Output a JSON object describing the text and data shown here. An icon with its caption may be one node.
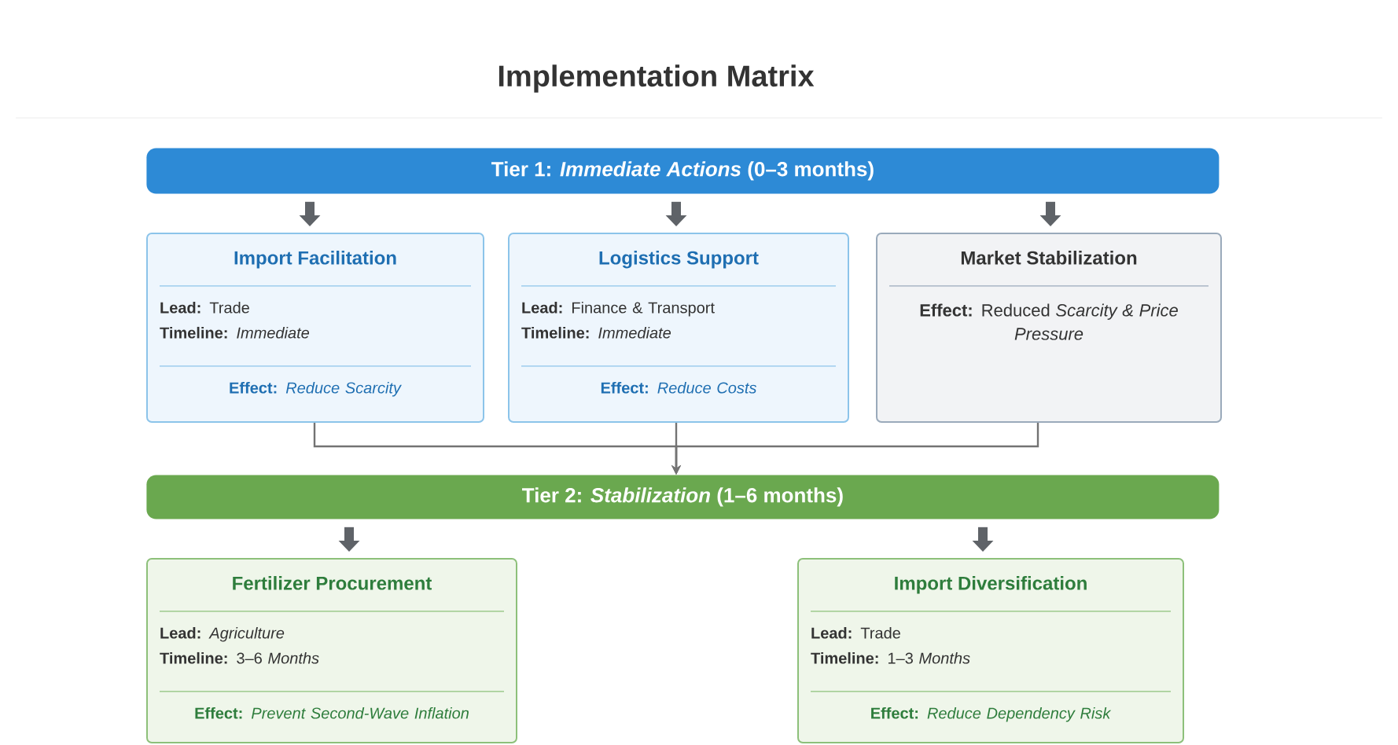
{
  "diagram": {
    "title": "Implementation Matrix",
    "nodes": [
      {
        "text": [
          "Tier 1: *Immediate Actions* (0–3 months)"
        ]
      },
      {
        "text": [
          "Import Facilitation",
          "**Lead:** Trade",
          "**Timeline:** *Immediate*",
          "**Effect:** *Reduce Scarcity*"
        ]
      },
      {
        "text": [
          "Logistics Support",
          "**Lead:** Finance & Transport",
          "**Timeline:** *Immediate*",
          "**Effect:** *Reduce Costs*"
        ]
      },
      {
        "text": [
          "Market Stabilization",
          "**Effect:** Reduced *Scarcity & Price Pressure*"
        ]
      },
      {
        "text": [
          "Tier 2: *Stabilization* (1–6 months)"
        ]
      },
      {
        "text": [
          "Fertilizer Procurement",
          "**Lead:** *Agriculture*",
          "**Timeline:** 3–6 *Months*",
          "**Effect:** *Prevent Second-Wave Inflation*"
        ]
      },
      {
        "text": [
          "Import Diversification",
          "**Lead:** Trade",
          "**Timeline:** 1–3 *Months*",
          "**Effect:** *Reduce Dependency Risk*"
        ]
      }
    ],
    "edges": [
      {
        "from": 0,
        "to": 1,
        "arrow": "to"
      },
      {
        "from": 0,
        "to": 2,
        "arrow": "to"
      },
      {
        "from": 0,
        "to": 3,
        "arrow": "to"
      },
      {
        "from": 1,
        "to": 4,
        "arrow": "to"
      },
      {
        "from": 2,
        "to": 4,
        "arrow": "to"
      },
      {
        "from": 3,
        "to": 4,
        "arrow": "to"
      },
      {
        "from": 4,
        "to": 5,
        "arrow": "to"
      },
      {
        "from": 4,
        "to": 6,
        "arrow": "to"
      }
    ]
  }
}
